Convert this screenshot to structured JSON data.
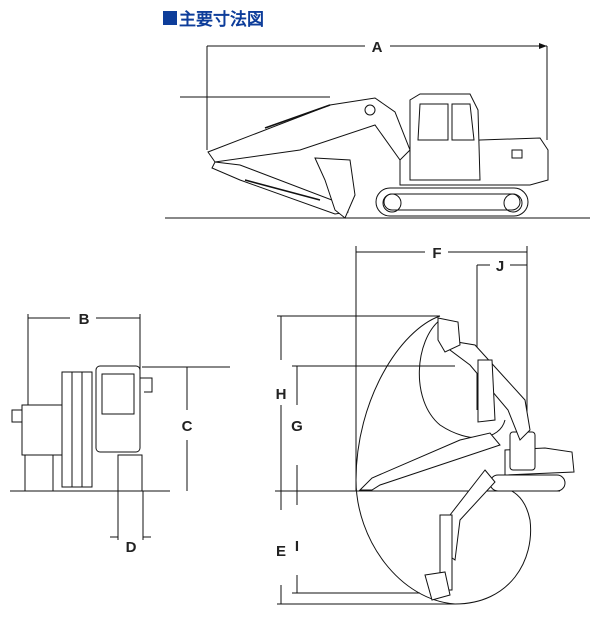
{
  "title": "主要寸法図",
  "title_color": "#0d3d9a",
  "dimension_labels": {
    "A": "A",
    "B": "B",
    "C": "C",
    "D": "D",
    "E": "E",
    "F": "F",
    "G": "G",
    "H": "H",
    "I": "I",
    "J": "J"
  }
}
